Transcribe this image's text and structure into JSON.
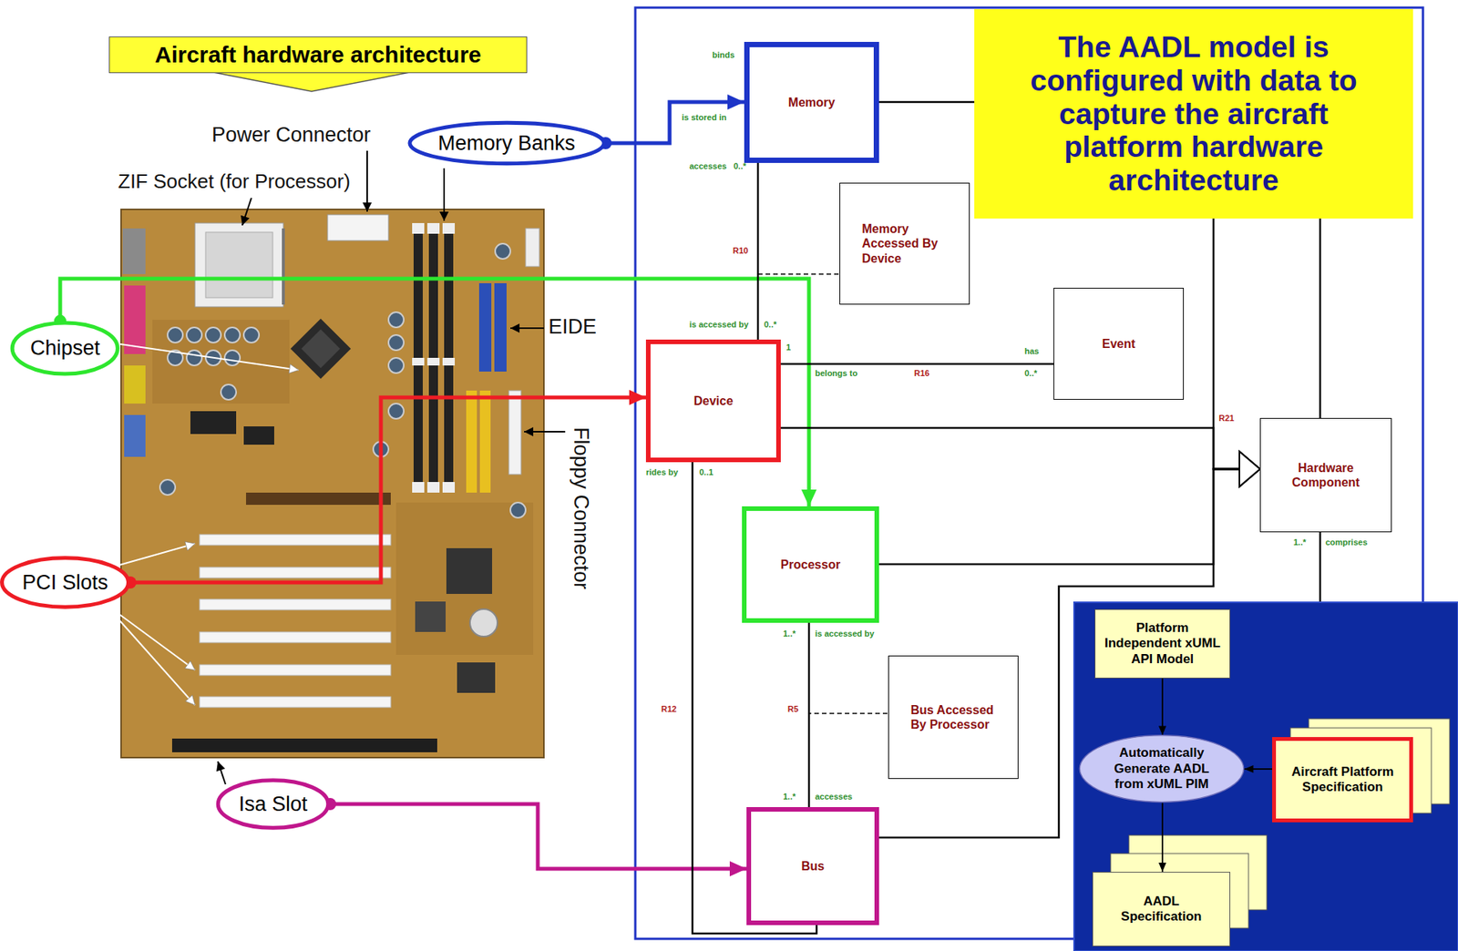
{
  "diagram": {
    "nodes": [
      {
        "text": [
          "Aircraft hardware architecture"
        ]
      },
      {
        "text": [
          "The AADL model is configured with data to capture the aircraft platform hardware architecture"
        ]
      },
      {
        "text": [
          "Memory Banks"
        ]
      },
      {
        "text": [
          "Memory"
        ]
      },
      {
        "text": [
          "Memory Accessed By Device"
        ]
      },
      {
        "text": [
          "Chipset"
        ]
      },
      {
        "text": [
          "Event"
        ]
      },
      {
        "text": [
          "Device"
        ]
      },
      {
        "text": [
          "Hardware Component"
        ]
      },
      {
        "text": [
          "PCI Slots"
        ]
      },
      {
        "text": [
          "Processor"
        ]
      },
      {
        "text": [
          "Bus Accessed By Processor"
        ]
      },
      {
        "text": [
          "Isa Slot"
        ]
      },
      {
        "text": [
          "Bus"
        ]
      },
      {
        "text": [
          "Platform Independent xUML API Model"
        ]
      },
      {
        "text": [
          "Automatically Generate AADL from xUML PIM"
        ]
      },
      {
        "text": [
          "Aircraft Platform Specification"
        ]
      },
      {
        "text": [
          "AADL Specification"
        ]
      }
    ],
    "edges": [
      {
        "from": 2,
        "to": 3,
        "arrow": "to"
      },
      {
        "from": 5,
        "to": 10,
        "arrow": "to"
      },
      {
        "from": 9,
        "to": 7,
        "arrow": "to"
      },
      {
        "from": 12,
        "to": 13,
        "arrow": "to"
      },
      {
        "from": 3,
        "to": 7,
        "arrow": "none"
      },
      {
        "from": 7,
        "to": 6,
        "arrow": "none"
      },
      {
        "from": 7,
        "to": 13,
        "arrow": "none"
      },
      {
        "from": 10,
        "to": 13,
        "arrow": "none"
      },
      {
        "from": 3,
        "to": 8,
        "arrow": "to"
      },
      {
        "from": 7,
        "to": 8,
        "arrow": "to"
      },
      {
        "from": 10,
        "to": 8,
        "arrow": "to"
      },
      {
        "from": 13,
        "to": 8,
        "arrow": "to"
      },
      {
        "from": 14,
        "to": 15,
        "arrow": "to"
      },
      {
        "from": 16,
        "to": 15,
        "arrow": "to"
      },
      {
        "from": 15,
        "to": 17,
        "arrow": "to"
      }
    ],
    "labels": [
      "Power Connector",
      "ZIF Socket (for Processor)",
      "EIDE",
      "Floppy Connector",
      "binds",
      "is stored in",
      "accesses",
      "0..*",
      "R10",
      "is accessed by",
      "0..*",
      "1",
      "belongs to",
      "R16",
      "has",
      "0..*",
      "R21",
      "rides by",
      "0..1",
      "1..*",
      "comprises",
      "1..*",
      "is accessed by",
      "R12",
      "R5",
      "1..*",
      "accesses"
    ]
  }
}
